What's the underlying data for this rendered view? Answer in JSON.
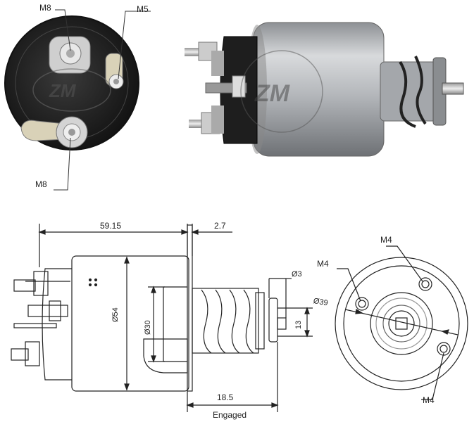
{
  "front_view_labels": {
    "terminal_top": "M8",
    "terminal_small": "M5",
    "terminal_bottom": "M8"
  },
  "side_drawing": {
    "length": "59.15",
    "flange_thickness": "2.7",
    "body_diameter": "Ø54",
    "plunger_diameter": "Ø30",
    "pin_diameter": "Ø3",
    "pin_length": "13",
    "stroke": "18.5",
    "stroke_note": "Engaged"
  },
  "end_drawing": {
    "bolt_circle": "Ø39",
    "hole_top_left": "M4",
    "hole_top_right": "M4",
    "hole_bottom": "M4"
  },
  "colors": {
    "line": "#222222",
    "body_metal": "#b9bcbf",
    "dark_cap": "#2a2a2a"
  }
}
